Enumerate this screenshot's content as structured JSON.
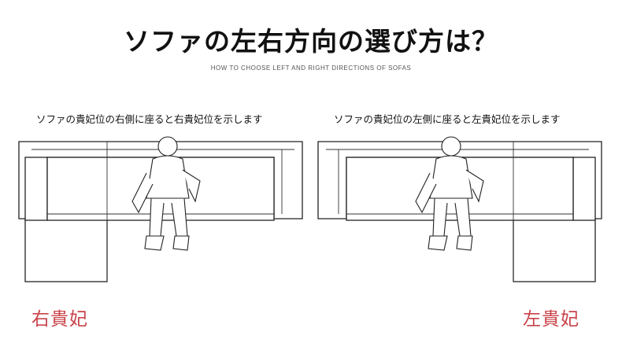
{
  "title": "ソファの左右方向の選び方は？",
  "subtitle": "HOW TO CHOOSE LEFT AND RIGHT DIRECTIONS OF SOFAS",
  "panels": [
    {
      "caption": "ソファの貴妃位の右側に座ると右貴妃位を示します",
      "label": "右貴妃",
      "label_color": "#c9434a"
    },
    {
      "caption": "ソファの貴妃位の左側に座ると左貴妃位を示します",
      "label": "左貴妃",
      "label_color": "#c9434a"
    }
  ]
}
